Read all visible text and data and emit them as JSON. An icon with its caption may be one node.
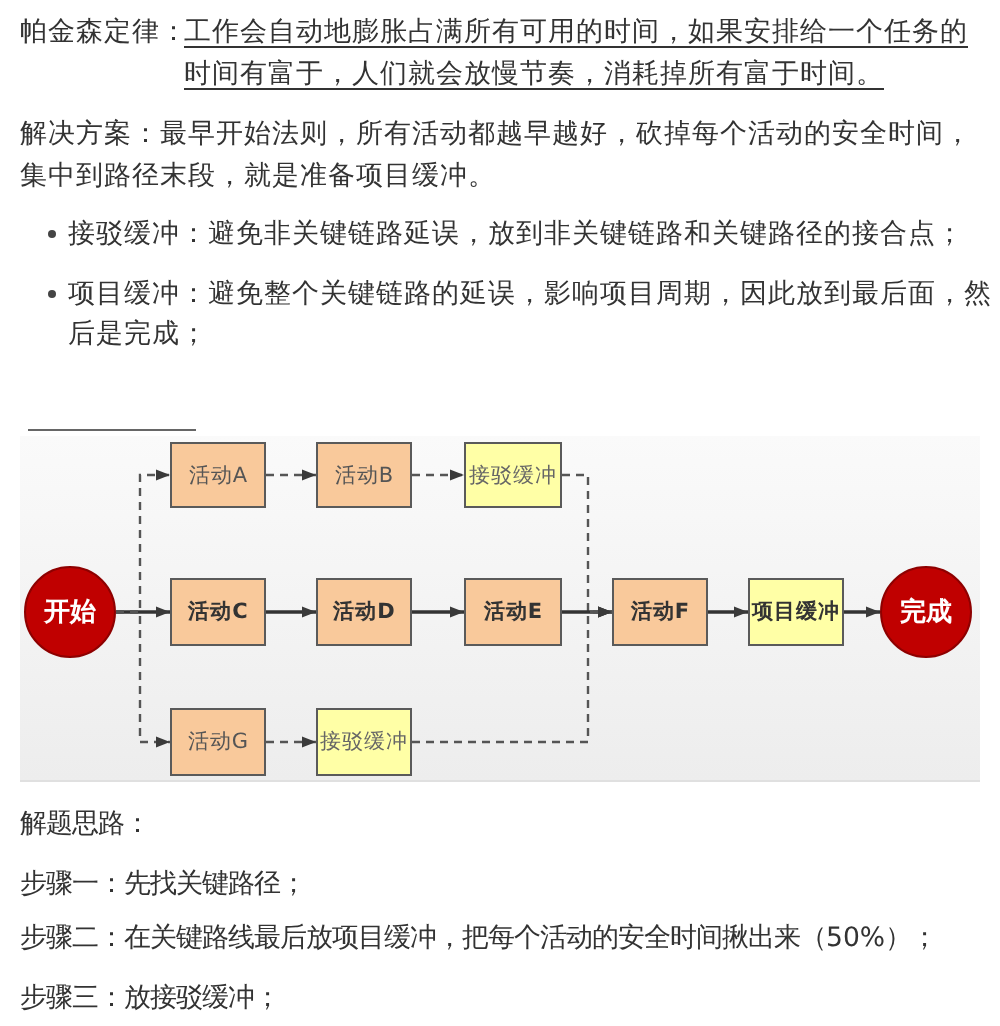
{
  "diagram": {
    "nodes": [
      {
        "text": [
          "活动A"
        ]
      },
      {
        "text": [
          "活动B"
        ]
      },
      {
        "text": [
          "接驳缓冲"
        ]
      },
      {
        "text": [
          "开始"
        ]
      },
      {
        "text": [
          "活动C"
        ]
      },
      {
        "text": [
          "活动D"
        ]
      },
      {
        "text": [
          "活动E"
        ]
      },
      {
        "text": [
          "活动F"
        ]
      },
      {
        "text": [
          "项目缓冲"
        ]
      },
      {
        "text": [
          "完成"
        ]
      },
      {
        "text": [
          "活动G"
        ]
      },
      {
        "text": [
          "接驳缓冲"
        ]
      }
    ],
    "edges": [
      {
        "from": 3,
        "to": 0,
        "arrow": "to",
        "style": "dashed"
      },
      {
        "from": 3,
        "to": 4,
        "arrow": "to"
      },
      {
        "from": 3,
        "to": 10,
        "arrow": "to",
        "style": "dashed"
      },
      {
        "from": 0,
        "to": 1,
        "arrow": "to",
        "style": "dashed"
      },
      {
        "from": 1,
        "to": 2,
        "arrow": "to",
        "style": "dashed"
      },
      {
        "from": 2,
        "to": 7,
        "arrow": "to",
        "style": "dashed"
      },
      {
        "from": 4,
        "to": 5,
        "arrow": "to"
      },
      {
        "from": 5,
        "to": 6,
        "arrow": "to"
      },
      {
        "from": 6,
        "to": 7,
        "arrow": "to"
      },
      {
        "from": 7,
        "to": 8,
        "arrow": "to"
      },
      {
        "from": 8,
        "to": 9,
        "arrow": "to"
      },
      {
        "from": 10,
        "to": 11,
        "arrow": "to",
        "style": "dashed"
      },
      {
        "from": 11,
        "to": 7,
        "arrow": "to",
        "style": "dashed"
      }
    ],
    "labels": [
      "帕金森定律：",
      "工作会自动地膨胀占满所有可用的时间，如果安排给一个任务的时间有富于，人们就会放慢节奏，消耗掉所有富于时间。",
      "解决方案：最早开始法则，所有活动都越早越好，砍掉每个活动的安全时间，集中到路径末段，就是准备项目缓冲。",
      "接驳缓冲：避免非关键链路延误，放到非关键链路和关键路径的接合点；",
      "项目缓冲：避免整个关键链路的延误，影响项目周期，因此放到最后面，然后是完成；",
      "解题思路：",
      "步骤一：先找关键路径；",
      "步骤二：在关键路线最后放项目缓冲，把每个活动的安全时间揪出来（50%）；",
      "步骤三：放接驳缓冲；"
    ]
  }
}
